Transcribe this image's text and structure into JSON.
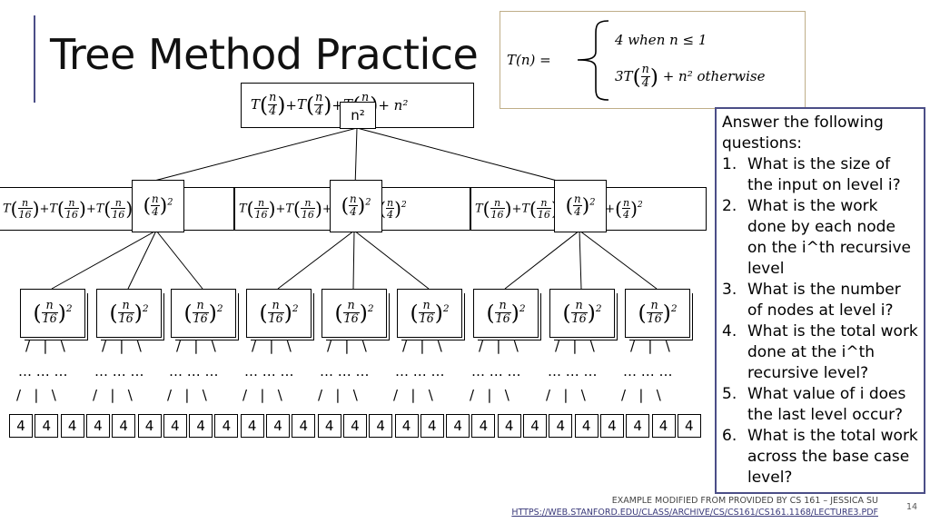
{
  "slide": {
    "title": "Tree Method Practice",
    "page_number": "14",
    "footer_line1": "EXAMPLE MODIFIED FROM PROVIDED BY CS 161 – JESSICA SU",
    "footer_line2": "HTTPS://WEB.STANFORD.EDU/CLASS/ARCHIVE/CS/CS161/CS161.1168/LECTURE3.PDF",
    "accent_color": "#4b4e87"
  },
  "definition": {
    "lhs": "T(n) =",
    "case1": "4 when n ≤ 1",
    "case2_prefix": "3T",
    "case2_num": "n",
    "case2_den": "4",
    "case2_suffix": "+ n² otherwise"
  },
  "tree": {
    "root_expr": {
      "t": "T",
      "n": "n",
      "d": "4",
      "plus": "+",
      "tail": "+ n²"
    },
    "root_overlay": "n²",
    "level1_expr": {
      "t": "T",
      "n": "n",
      "d": "16",
      "plus": "+"
    },
    "level1_overlay": {
      "n": "n",
      "d": "4",
      "exp": "2"
    },
    "level2_node": {
      "n": "n",
      "d": "16",
      "exp": "2"
    },
    "leaf_value": "4",
    "leaf_count": 27,
    "dots": "…"
  },
  "questions": {
    "intro": "Answer the following questions:",
    "items": [
      {
        "num": "1.",
        "text": "What is the size of the input on level i?"
      },
      {
        "num": "2.",
        "text": "What is the work done by each node on the i^th recursive level"
      },
      {
        "num": "3.",
        "text": "What is the number of nodes at level i?"
      },
      {
        "num": "4.",
        "text": "What is the total work done at the i^th recursive level?"
      },
      {
        "num": "5.",
        "text": "What value of i does the last level occur?"
      },
      {
        "num": "6.",
        "text": "What is the total work across the base case level?"
      }
    ]
  }
}
